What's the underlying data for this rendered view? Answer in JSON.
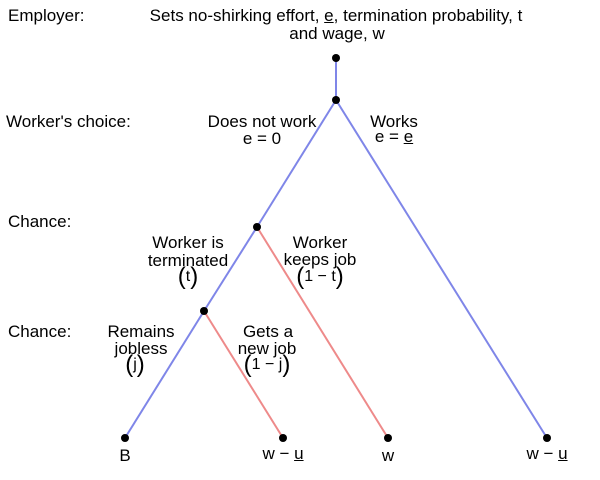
{
  "rows": {
    "employer": "Employer:",
    "worker": "Worker's choice:",
    "chance1": "Chance:",
    "chance2": "Chance:"
  },
  "employer_text": {
    "line1_a": "Sets no-shirking effort, ",
    "line1_e": "e",
    "line1_b": ", termination probability, t",
    "line2": "and wage, w"
  },
  "branches": {
    "does_not_work": {
      "title": "Does not work",
      "value": "e = 0"
    },
    "works": {
      "title": "Works",
      "value_a": "e = ",
      "value_e": "e"
    },
    "terminated": {
      "line1": "Worker is",
      "line2": "terminated",
      "prob": "t"
    },
    "keeps_job": {
      "line1": "Worker",
      "line2": "keeps job",
      "prob": "1 − t"
    },
    "jobless": {
      "line1": "Remains",
      "line2": "jobless",
      "prob": "j"
    },
    "new_job": {
      "line1": "Gets a",
      "line2": "new job",
      "prob": "1 − j"
    }
  },
  "payoffs": {
    "b": "B",
    "wu1_a": "w − ",
    "wu1_u": "u",
    "w": "w",
    "wu2_a": "w − ",
    "wu2_u": "u"
  },
  "colors": {
    "blue": "#7f86e8",
    "red": "#ee8a8a",
    "node": "#000000"
  }
}
